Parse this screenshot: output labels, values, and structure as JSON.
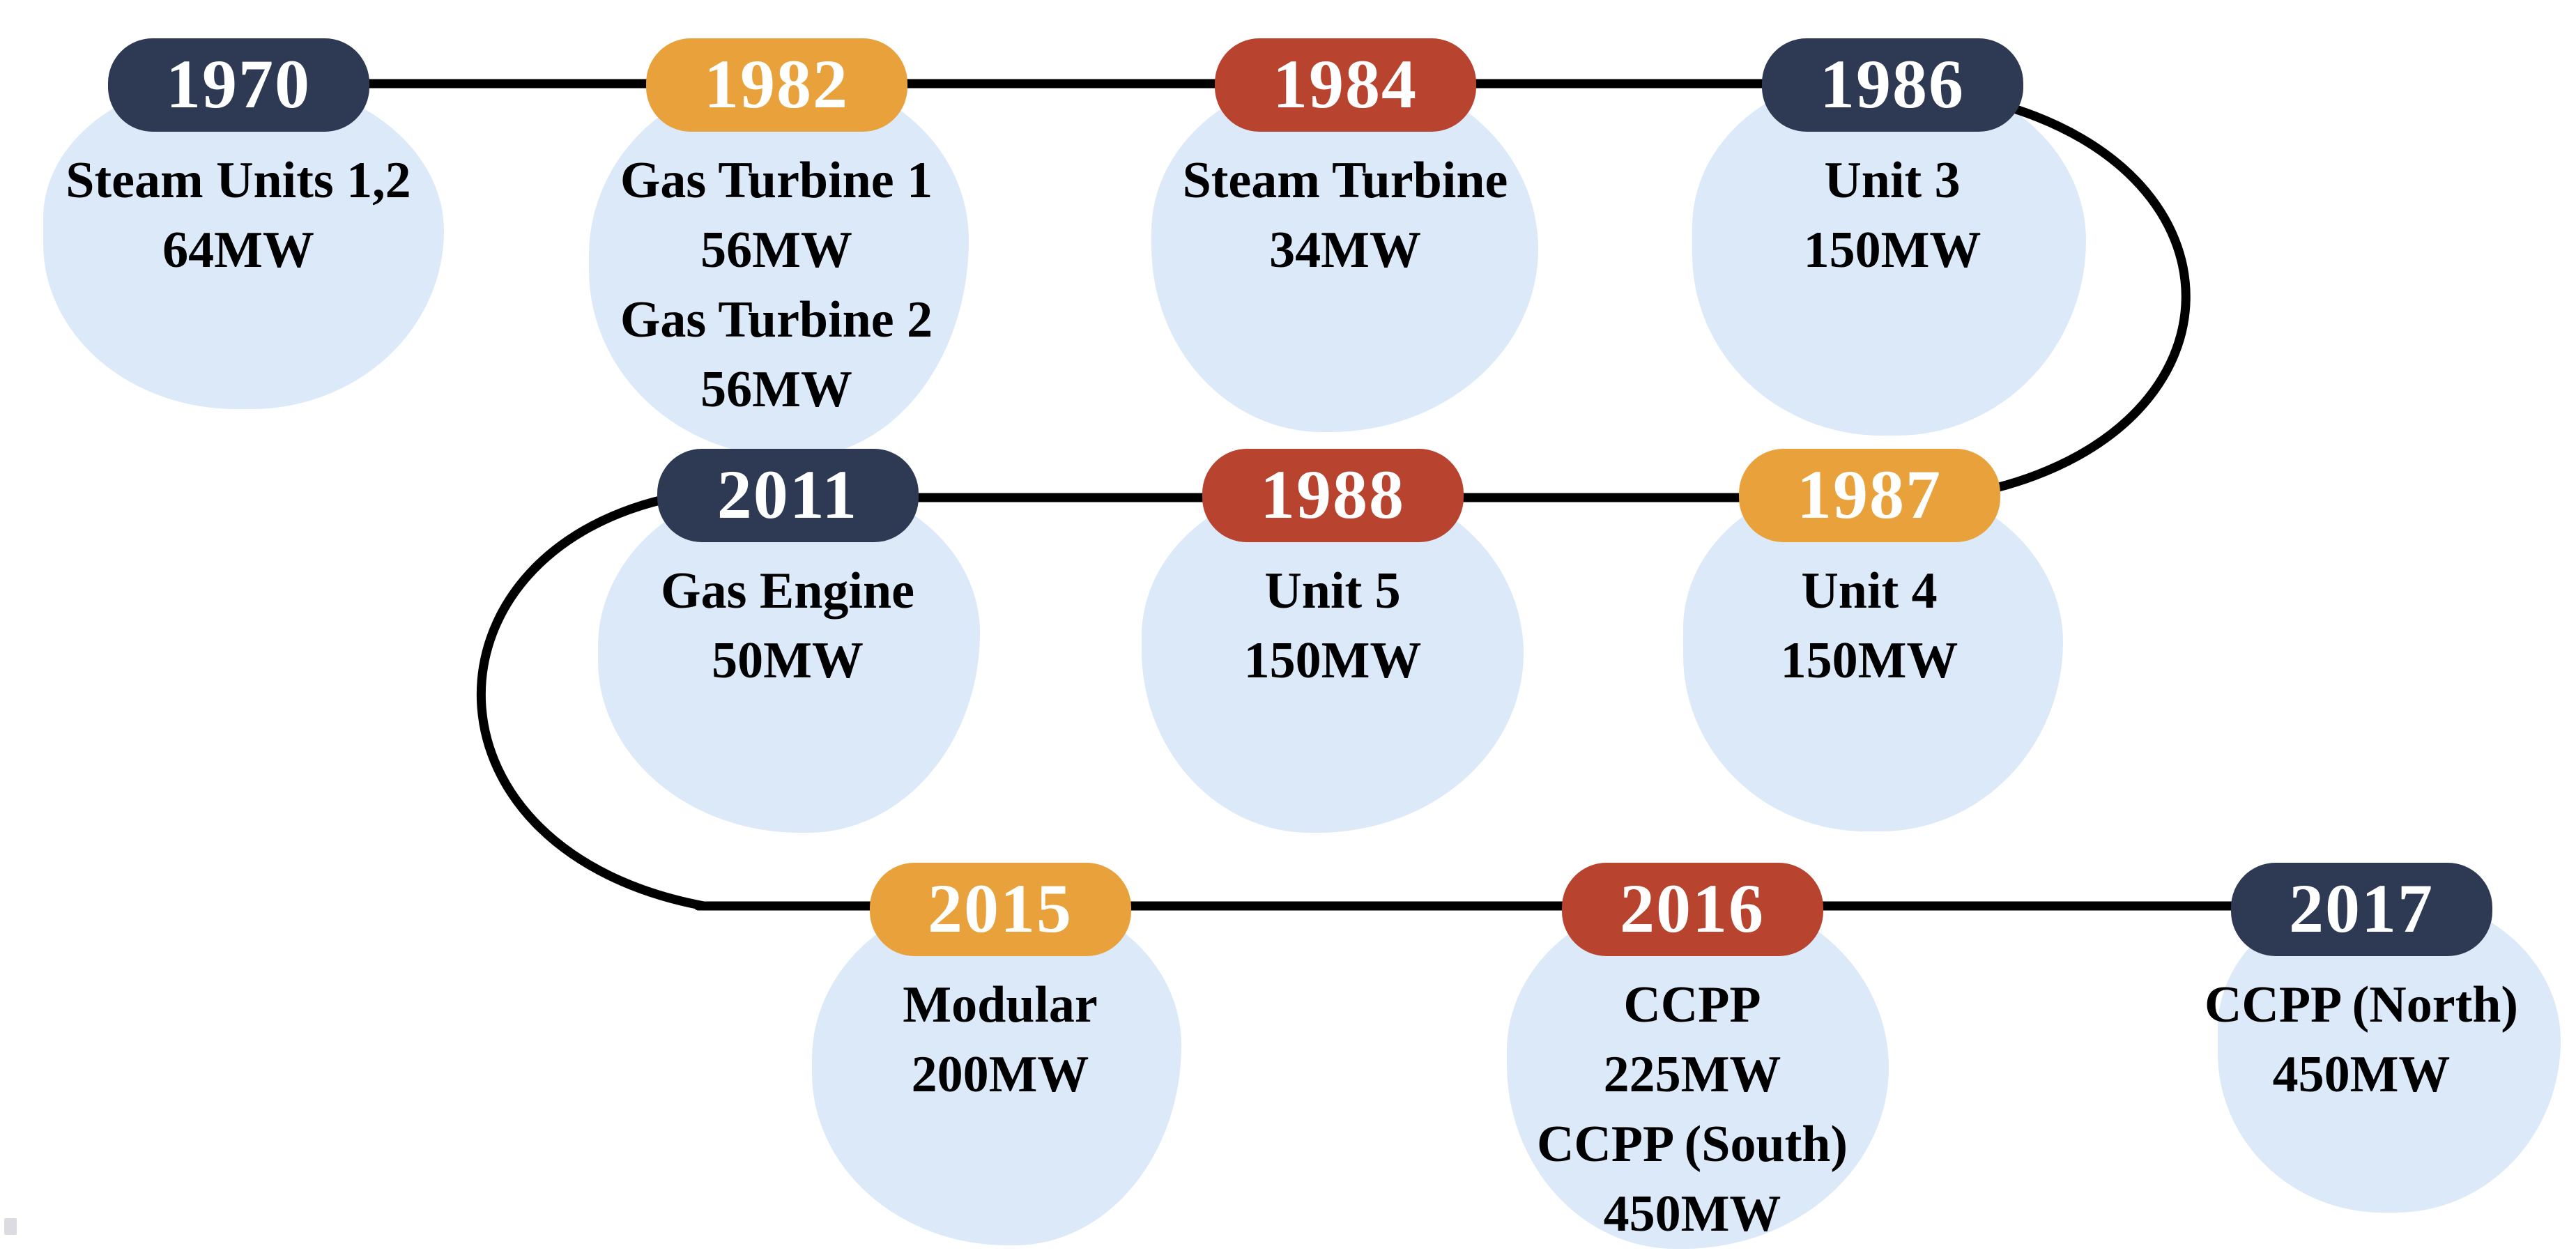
{
  "diagram": {
    "type": "timeline",
    "description_sequence": [
      "1970",
      "1982",
      "1984",
      "1986",
      "1987",
      "1988",
      "2011",
      "2015",
      "2016",
      "2017"
    ]
  },
  "palette": {
    "navy": "#2e3a54",
    "orange": "#e9a23b",
    "red": "#b8432e",
    "blob_blue": "#dce9f8",
    "connector": "#000000",
    "year_text": "#ffffff",
    "label_text": "#000000"
  },
  "nodes": [
    {
      "year": "1970",
      "color": "navy",
      "labels": [
        "Steam Units 1,2",
        "64MW"
      ]
    },
    {
      "year": "1982",
      "color": "orange",
      "labels": [
        "Gas Turbine 1",
        "56MW",
        "Gas Turbine 2",
        "56MW"
      ]
    },
    {
      "year": "1984",
      "color": "red",
      "labels": [
        "Steam Turbine",
        "34MW"
      ]
    },
    {
      "year": "1986",
      "color": "navy",
      "labels": [
        "Unit 3",
        "150MW"
      ]
    },
    {
      "year": "2011",
      "color": "navy",
      "labels": [
        "Gas Engine",
        "50MW"
      ]
    },
    {
      "year": "1988",
      "color": "red",
      "labels": [
        "Unit 5",
        "150MW"
      ]
    },
    {
      "year": "1987",
      "color": "orange",
      "labels": [
        "Unit 4",
        "150MW"
      ]
    },
    {
      "year": "2015",
      "color": "orange",
      "labels": [
        "Modular",
        "200MW"
      ]
    },
    {
      "year": "2016",
      "color": "red",
      "labels": [
        "CCPP",
        "225MW",
        "CCPP (South)",
        "450MW"
      ]
    },
    {
      "year": "2017",
      "color": "navy",
      "labels": [
        "CCPP (North)",
        "450MW"
      ]
    }
  ]
}
